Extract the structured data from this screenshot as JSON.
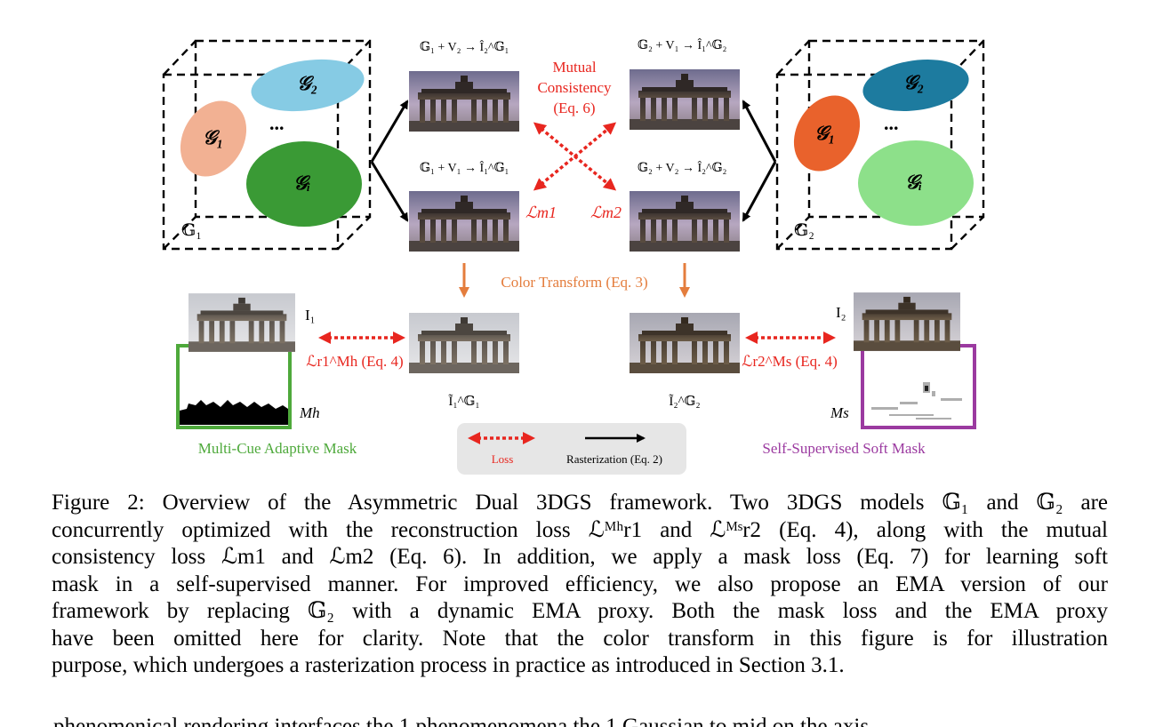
{
  "figure": {
    "left_model_label": "𝔾₁",
    "right_model_label": "𝔾₂",
    "left_gaussians": [
      {
        "label": "𝒢₂",
        "color": "#86cbe4"
      },
      {
        "label": "𝒢₁",
        "color": "#f2b193"
      },
      {
        "label": "𝒢ᵢ",
        "color": "#3a9a35"
      }
    ],
    "right_gaussians": [
      {
        "label": "𝒢₂",
        "color": "#1d7b9f"
      },
      {
        "label": "𝒢₁",
        "color": "#e9622c"
      },
      {
        "label": "𝒢ᵢ",
        "color": "#8de08a"
      }
    ],
    "ellipsis": "...",
    "render_labels": {
      "top_left": "𝔾₁ + V₂ → Î₂^𝔾₁",
      "bottom_left": "𝔾₁ + V₁ → Î₁^𝔾₁",
      "top_right": "𝔾₂ + V₁ → Î₁^𝔾₂",
      "bottom_right": "𝔾₂ + V₂ → Î₂^𝔾₂"
    },
    "mutual_consistency": [
      "Mutual",
      "Consistency",
      "(Eq. 6)"
    ],
    "loss_m1": "ℒm1",
    "loss_m2": "ℒm2",
    "color_transform": "Color Transform (Eq. 3)",
    "image_I1": "I₁",
    "image_I2": "I₂",
    "mask_h": "Mh",
    "mask_s": "Ms",
    "loss_r1": "ℒr1^Mh (Eq. 4)",
    "loss_r2": "ℒr2^Ms (Eq. 4)",
    "tilde_I1": "Ĩ₁^𝔾₁",
    "tilde_I2": "Ĩ₂^𝔾₂",
    "left_mask_title": "Multi-Cue Adaptive Mask",
    "right_mask_title": "Self-Supervised Soft Mask",
    "legend_loss": "Loss",
    "legend_raster": "Rasterization (Eq. 2)",
    "colors": {
      "loss_red": "#e8261f",
      "orange": "#e47d3d",
      "green": "#4ea93b",
      "purple": "#9b3aa0"
    }
  },
  "caption": {
    "lines": [
      "Figure 2: Overview of the Asymmetric Dual 3DGS framework. Two 3DGS models 𝔾₁ and 𝔾₂ are",
      "concurrently optimized with the reconstruction loss ℒᴹʰr1 and ℒᴹˢr2 (Eq. 4), along with the mutual",
      "consistency loss ℒm1 and ℒm2 (Eq. 6). In addition, we apply a mask loss (Eq. 7) for learning soft",
      "mask in a self-supervised manner. For improved efficiency, we also propose an EMA version of our",
      "framework by replacing 𝔾₂ with a dynamic EMA proxy. Both the mask loss and the EMA proxy",
      "have been omitted here for clarity. Note that the color transform in this figure is for illustration",
      "purpose, which undergoes a rasterization process in practice as introduced in Section 3.1."
    ],
    "trailing_text": "phenomenical rendering interfaces the 1 phenomenomena the 1 Gaussian to mid on the axis"
  }
}
